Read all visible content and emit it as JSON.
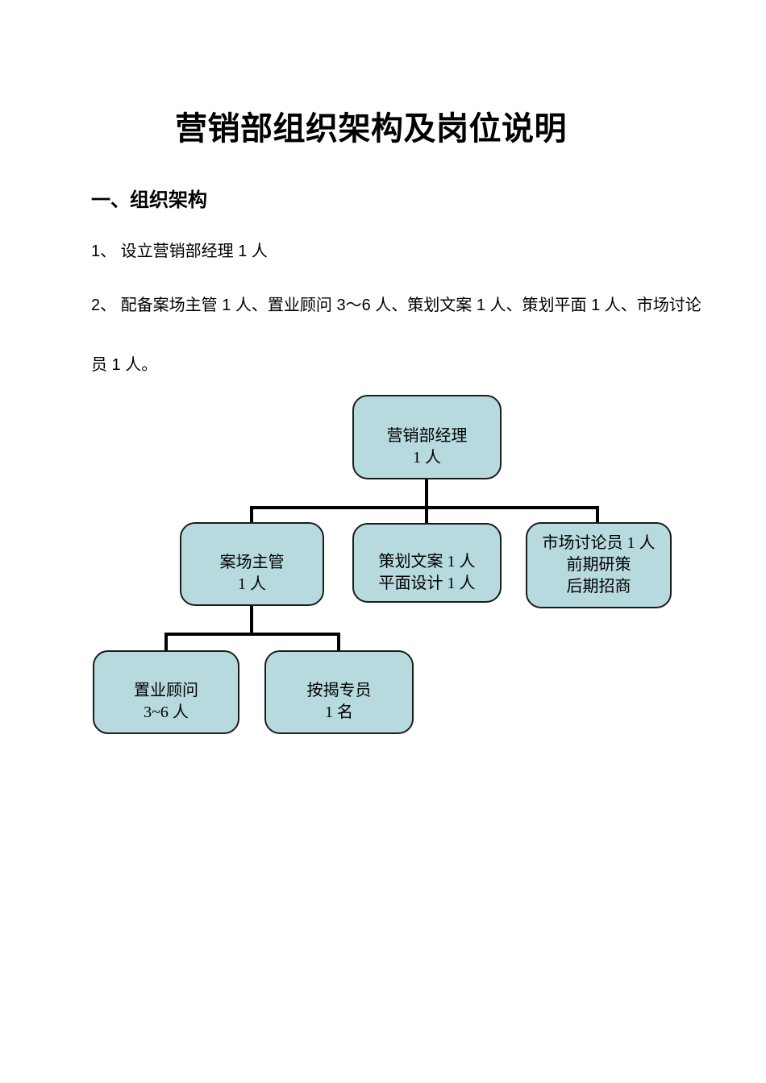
{
  "document": {
    "title": "营销部组织架构及岗位说明",
    "section_heading": "一、组织架构",
    "body": {
      "item1": "1、 设立营销部经理 1 人",
      "item2_line1": "2、 配备案场主管 1 人、置业顾问 3～6 人、策划文案 1 人、策划平面 1 人、市场讨论",
      "item2_line2": "员 1 人。"
    }
  },
  "org_chart": {
    "colors": {
      "node_fill": "#b7dade",
      "node_border": "#1c1c1c",
      "connector": "#000000"
    },
    "nodes": {
      "manager": {
        "lines": [
          "营销部经理",
          "1 人"
        ]
      },
      "site_supervisor": {
        "lines": [
          "案场主管",
          "1 人"
        ]
      },
      "planning": {
        "lines": [
          "策划文案 1 人",
          "平面设计 1 人"
        ]
      },
      "market": {
        "lines": [
          "市场讨论员 1 人",
          "前期研策",
          "后期招商"
        ]
      },
      "property_consultant": {
        "lines": [
          "置业顾问",
          "3~6 人"
        ]
      },
      "mortgage_specialist": {
        "lines": [
          "按揭专员",
          "1 名"
        ]
      }
    }
  }
}
